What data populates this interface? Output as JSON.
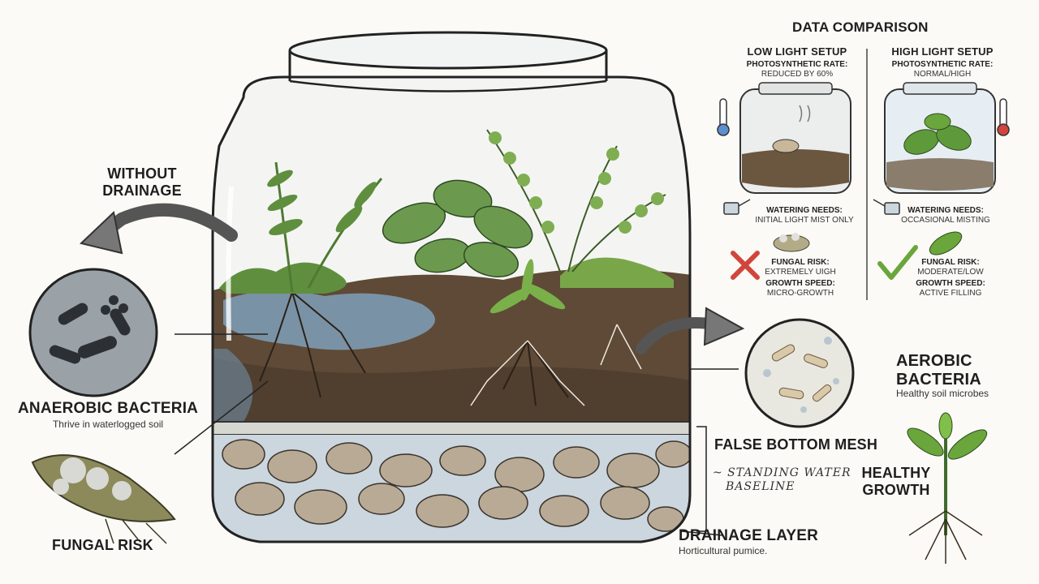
{
  "left": {
    "without_drainage": [
      "WITHOUT",
      "DRAINAGE"
    ],
    "anaerobic_title": "ANAEROBIC BACTERIA",
    "anaerobic_sub": "Thrive in waterlogged soil",
    "fungal_risk": "FUNGAL RISK"
  },
  "right": {
    "aerobic_title": [
      "AEROBIC",
      "BACTERIA"
    ],
    "aerobic_sub": "Healthy soil microbes",
    "false_bottom": "FALSE BOTTOM MESH",
    "standing_water": [
      "~ STANDING WATER",
      "BASELINE"
    ],
    "healthy_growth": [
      "HEALTHY",
      "GROWTH"
    ],
    "drainage_title": "DRAINAGE LAYER",
    "drainage_sub": "Horticultural pumice."
  },
  "comparison": {
    "title": "DATA COMPARISON",
    "low": {
      "heading": "LOW LIGHT SETUP",
      "photo_label": "PHOTOSYNTHETIC RATE:",
      "photo_value": "REDUCED BY 60%",
      "water_label": "WATERING NEEDS:",
      "water_value": "INITIAL LIGHT MIST ONLY",
      "fungal_label": "FUNGAL RISK:",
      "fungal_value": "EXTREMELY UIGH",
      "growth_label": "GROWTH SPEED:",
      "growth_value": "MICRO-GROWTH"
    },
    "high": {
      "heading": "HIGH LIGHT SETUP",
      "photo_label": "PHOTOSYNTHETIC RATE:",
      "photo_value": "NORMAL/HIGH",
      "water_label": "WATERING NEEDS:",
      "water_value": "OCCASIONAL MISTING",
      "fungal_label": "FUNGAL RISK:",
      "fungal_value": "MODERATE/LOW",
      "growth_label": "GROWTH SPEED:",
      "growth_value": "ACTIVE FILLING"
    }
  },
  "colors": {
    "soil": "#5e4a36",
    "water": "#7f9fb8",
    "plant": "#5f8f3e",
    "ink": "#1e1e1e",
    "cross": "#d2453c",
    "check": "#6aa63b"
  }
}
